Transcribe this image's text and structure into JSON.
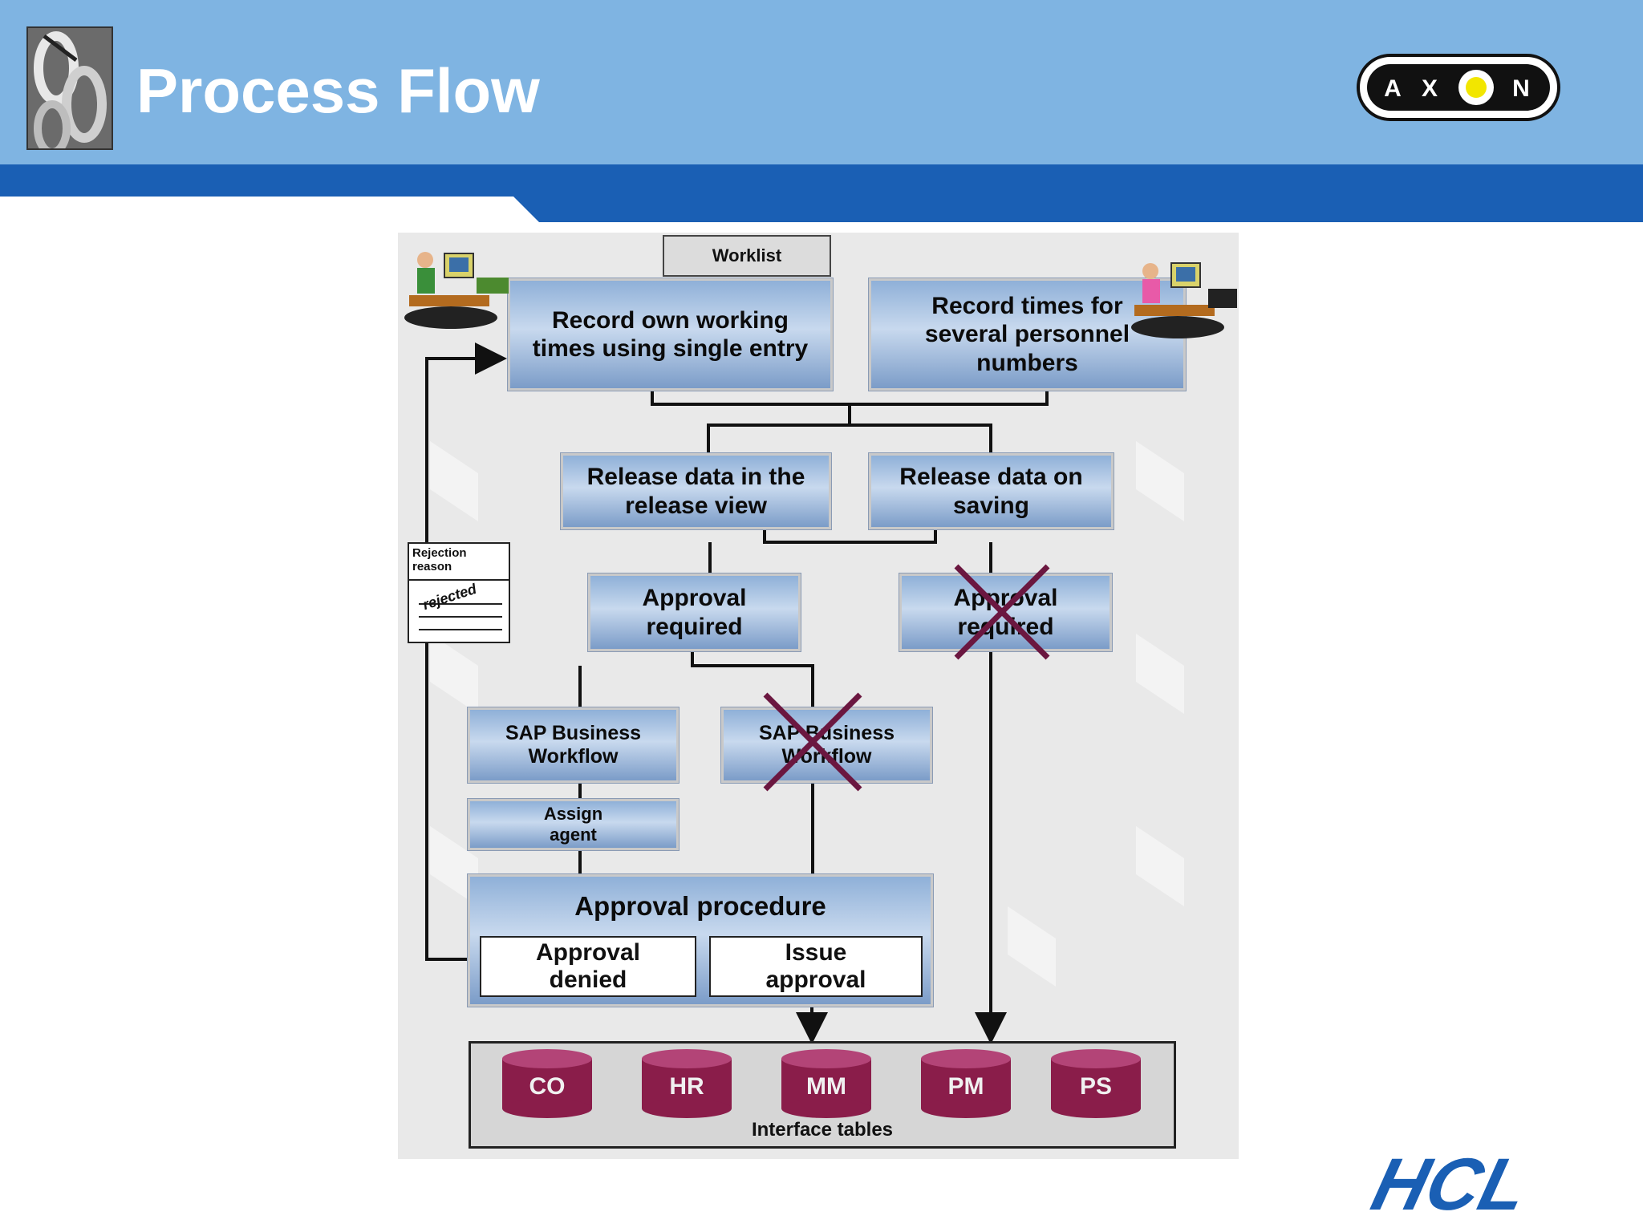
{
  "header": {
    "title": "Process Flow",
    "axon_letters": [
      "A",
      "X",
      "N"
    ],
    "hcl_text": "HCL",
    "colors": {
      "banner": "#7fb4e2",
      "stripe": "#1a5fb4",
      "hcl": "#1a5fb4",
      "axon_dot": "#f2e600"
    }
  },
  "diagram": {
    "worklist": "Worklist",
    "record_single": "Record own working times using single entry",
    "record_multi": "Record times for several personnel numbers",
    "release_view": "Release data in the release view",
    "release_saving": "Release data on saving",
    "approval_required_left": "Approval required",
    "approval_required_right": "Approval required",
    "workflow_left": "SAP Business Workflow",
    "workflow_right": "SAP Business Workflow",
    "assign_agent": "Assign agent",
    "approval_procedure": "Approval procedure",
    "approval_denied": "Approval denied",
    "issue_approval": "Issue approval",
    "rejection_reason": "Rejection reason",
    "rejected_stamp": "rejected",
    "interface_tables": "Interface tables",
    "databases": [
      "CO",
      "HR",
      "MM",
      "PM",
      "PS"
    ],
    "crossed_out": [
      "approval_required_right",
      "workflow_right"
    ]
  }
}
